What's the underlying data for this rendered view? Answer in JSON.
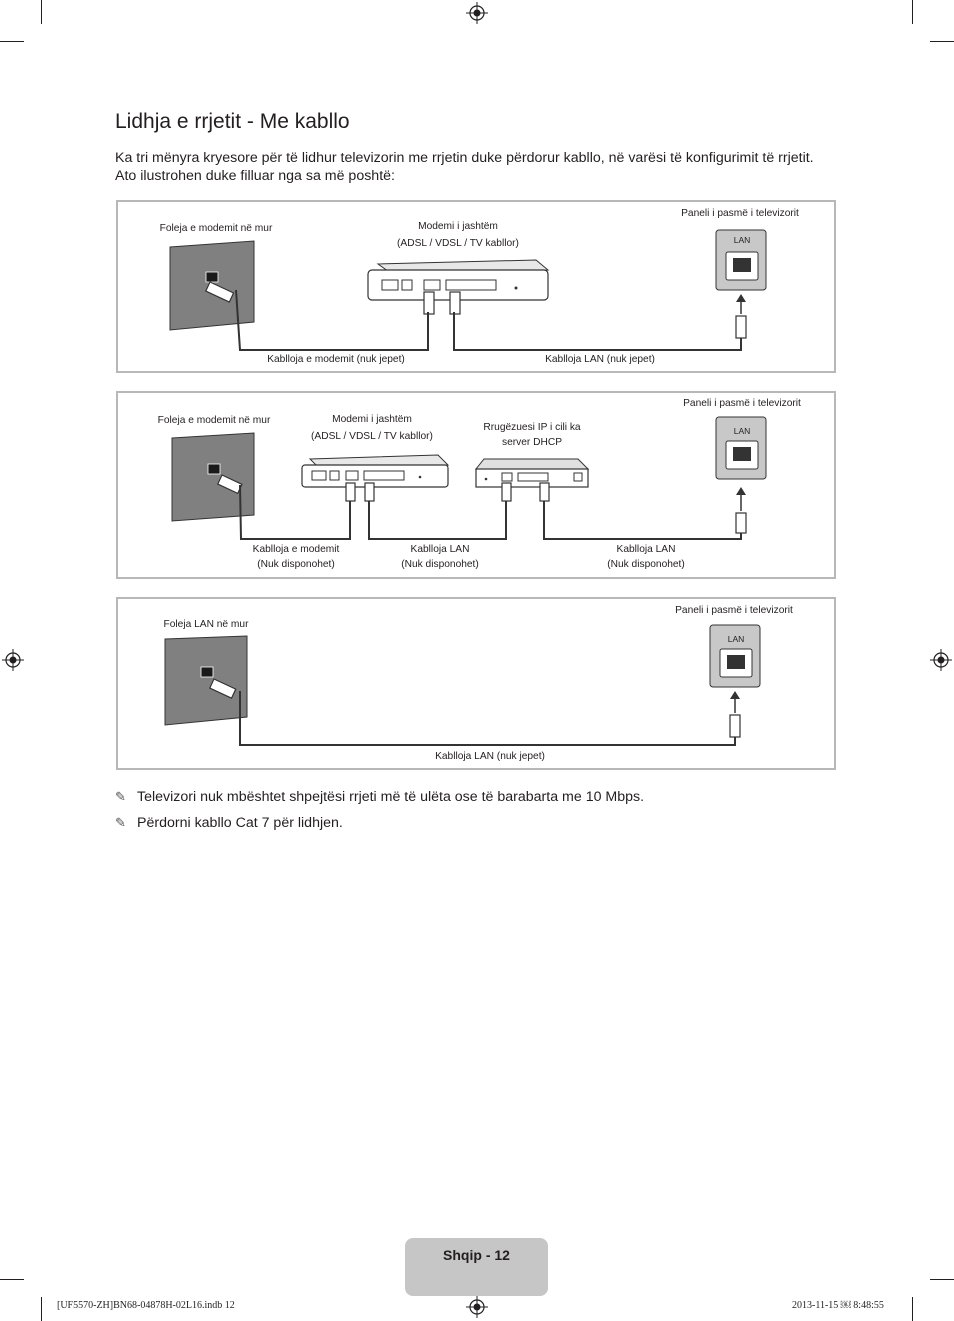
{
  "title": "Lidhja e rrjetit - Me kabllo",
  "intro": "Ka tri mënyra kryesore për të lidhur televizorin me rrjetin duke përdorur kabllo, në varësi të konfigurimit të rrjetit. Ato ilustrohen duke filluar nga sa më poshtë:",
  "diagram1": {
    "wall_label": "Foleja e modemit në mur",
    "modem_label_1": "Modemi i jashtëm",
    "modem_label_2": "(ADSL / VDSL / TV kabllor)",
    "tv_label": "Paneli i pasmë i televizorit",
    "lan_port": "LAN",
    "cable_modem_label": "Kablloja e modemit (nuk jepet)",
    "cable_lan_label": "Kablloja LAN (nuk jepet)"
  },
  "diagram2": {
    "wall_label": "Foleja e modemit në mur",
    "modem_label_1": "Modemi i jashtëm",
    "modem_label_2": "(ADSL / VDSL / TV kabllor)",
    "router_label_1": "Rrugëzuesi IP i cili ka",
    "router_label_2": "server DHCP",
    "tv_label": "Paneli i pasmë i televizorit",
    "lan_port": "LAN",
    "cable1_label_1": "Kablloja e modemit",
    "cable1_label_2": "(Nuk disponohet)",
    "cable2_label_1": "Kablloja LAN",
    "cable2_label_2": "(Nuk disponohet)",
    "cable3_label_1": "Kablloja LAN",
    "cable3_label_2": "(Nuk disponohet)"
  },
  "diagram3": {
    "wall_label": "Foleja LAN në mur",
    "tv_label": "Paneli i pasmë i televizorit",
    "lan_port": "LAN",
    "cable_label": "Kablloja LAN (nuk jepet)"
  },
  "notes": [
    "Televizori nuk mbështet shpejtësi rrjeti më të ulëta ose të barabarta me 10 Mbps.",
    "Përdorni kabllo Cat 7 për lidhjen."
  ],
  "footer": {
    "page_label": "Shqip - 12",
    "slug_left": "[UF5570-ZH]BN68-04878H-02L16.indb   12",
    "slug_right": "2013-11-15   ￼ 8:48:55"
  },
  "icons": {
    "note": "pencil-icon",
    "registration": "registration-mark-icon"
  }
}
